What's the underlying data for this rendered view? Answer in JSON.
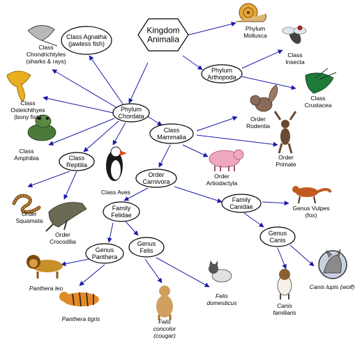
{
  "nodes": {
    "kingdom": {
      "lines": [
        "Kingdom",
        "Animalia"
      ]
    },
    "agnatha": {
      "lines": [
        "Class Agnatha",
        "(jawless fish)"
      ]
    },
    "mollusca": {
      "lines": [
        "Phylum",
        "Mollusca"
      ]
    },
    "arthropoda": {
      "lines": [
        "Phylum",
        "Arthopoda"
      ]
    },
    "insecta": {
      "lines": [
        "Class",
        "Insecta"
      ]
    },
    "crustacea": {
      "lines": [
        "Class",
        "Crustacea"
      ]
    },
    "chondrichthyes": {
      "lines": [
        "Class",
        "Chondrichtyles",
        "(sharks & rays)"
      ]
    },
    "osteichthyes": {
      "lines": [
        "Class",
        "Osteichthyes",
        "(bony fish)"
      ]
    },
    "chordata": {
      "lines": [
        "Phylum",
        "Chordata"
      ]
    },
    "mammalia": {
      "lines": [
        "Class",
        "Mammalia"
      ]
    },
    "rodentia": {
      "lines": [
        "Order",
        "Rodentia"
      ]
    },
    "primate": {
      "lines": [
        "Order",
        "Primate"
      ]
    },
    "amphibia": {
      "lines": [
        "Class",
        "Amphibia"
      ]
    },
    "reptilia": {
      "lines": [
        "Class",
        "Reptilia"
      ]
    },
    "aves": {
      "lines": [
        "Class Aves"
      ]
    },
    "artiodactyla": {
      "lines": [
        "Order",
        "Artiodactyla"
      ]
    },
    "carnivora": {
      "lines": [
        "Order",
        "Carnivora"
      ]
    },
    "squamata": {
      "lines": [
        "Order",
        "Squamata"
      ]
    },
    "crocodilia": {
      "lines": [
        "Order",
        "Crocodilia"
      ]
    },
    "felidae": {
      "lines": [
        "Family",
        "Felidae"
      ]
    },
    "canidae": {
      "lines": [
        "Family",
        "Canidae"
      ]
    },
    "vulpes": {
      "lines": [
        "Genus Vulpes",
        "(fox)"
      ]
    },
    "panthera": {
      "lines": [
        "Genus",
        "Panthera"
      ]
    },
    "felis": {
      "lines": [
        "Genus",
        "Felis"
      ]
    },
    "canis": {
      "lines": [
        "Genus",
        "Canis"
      ]
    },
    "canis_lupis": {
      "lines": [
        "Canis lupis (wolf)"
      ]
    },
    "panthera_leo": {
      "lines": [
        "Panthera leo"
      ]
    },
    "panthera_tigris": {
      "lines": [
        "Panthera tigris"
      ]
    },
    "felis_domesticus": {
      "lines": [
        "Felis",
        "domesticus"
      ]
    },
    "felis_concolor": {
      "lines": [
        "Felis",
        "concolor",
        "(cougar)"
      ]
    },
    "canis_familiaris": {
      "lines": [
        "Canis",
        "familiaris"
      ]
    }
  },
  "colors": {
    "edge": "#1a1aa8",
    "node_fill": "#ffffff",
    "node_stroke": "#000000"
  }
}
